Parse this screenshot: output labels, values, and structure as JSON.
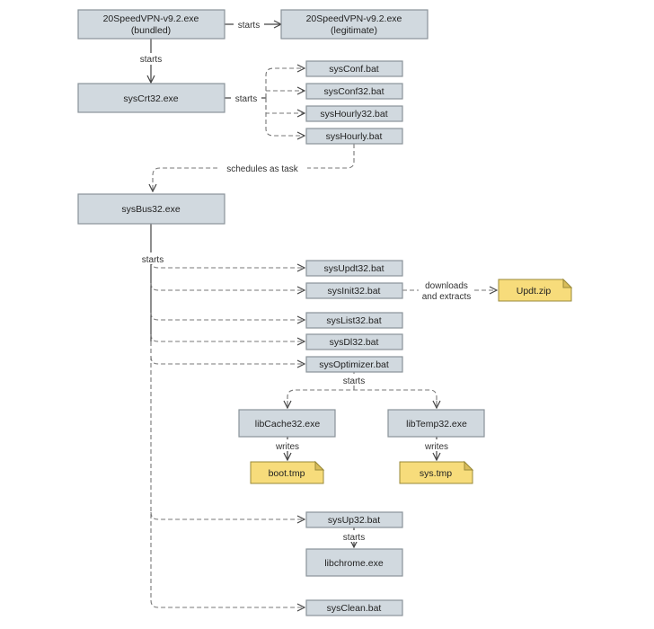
{
  "nodes": {
    "vpn_bundled": [
      "20SpeedVPN-v9.2.exe",
      "(bundled)"
    ],
    "vpn_legit": [
      "20SpeedVPN-v9.2.exe",
      "(legitimate)"
    ],
    "syscrt32": "sysCrt32.exe",
    "sysconf": "sysConf.bat",
    "sysconf32": "sysConf32.bat",
    "syshourly32": "sysHourly32.bat",
    "syshourly": "sysHourly.bat",
    "sysbus32": "sysBus32.exe",
    "sysupdt32": "sysUpdt32.bat",
    "sysinit32": "sysInit32.bat",
    "updt_zip": "Updt.zip",
    "syslist32": "sysList32.bat",
    "sysdl32": "sysDl32.bat",
    "sysoptimizer": "sysOptimizer.bat",
    "libcache32": "libCache32.exe",
    "libtemp32": "libTemp32.exe",
    "boot_tmp": "boot.tmp",
    "sys_tmp": "sys.tmp",
    "sysup32": "sysUp32.bat",
    "libchrome": "libchrome.exe",
    "sysclean": "sysClean.bat"
  },
  "edges": {
    "starts": "starts",
    "schedules": "schedules as task",
    "downloads": [
      "downloads",
      "and extracts"
    ],
    "writes": "writes"
  },
  "colors": {
    "node_fill": "#d1d9df",
    "note_fill": "#f7dc7b"
  }
}
